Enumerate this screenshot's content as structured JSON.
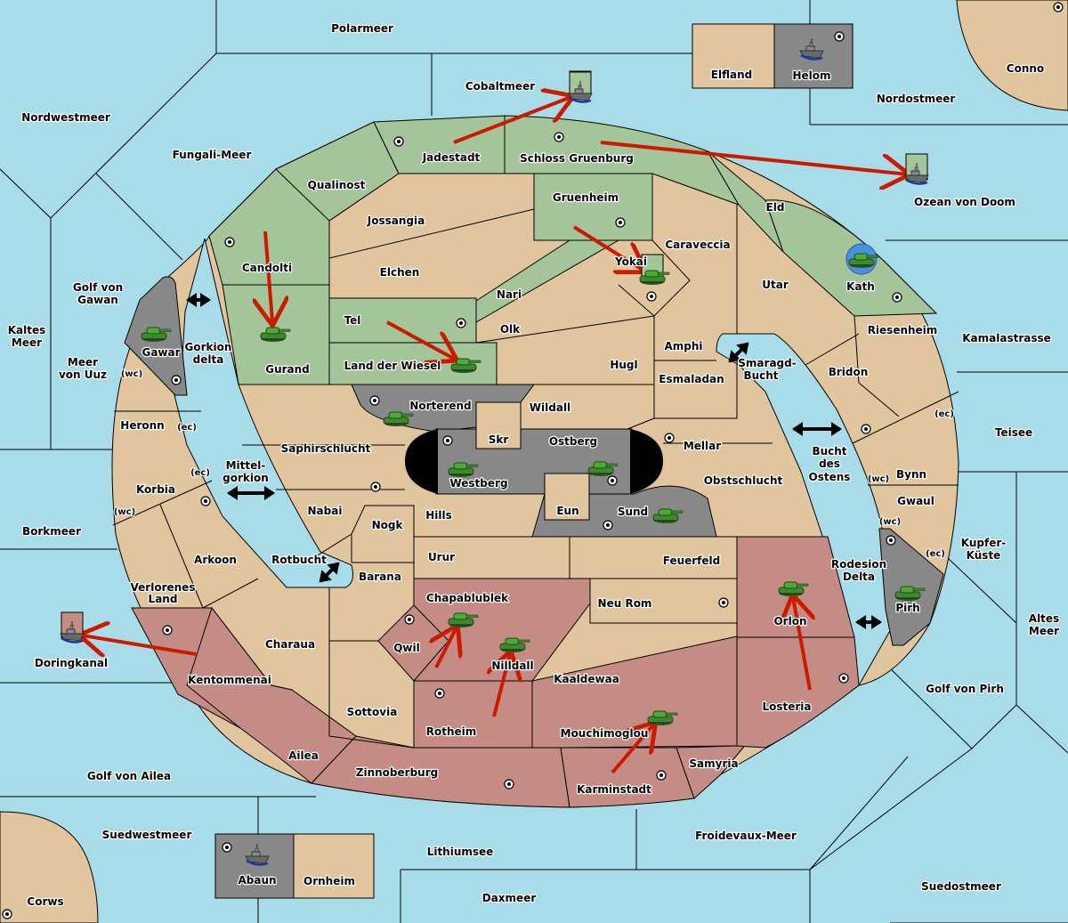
{
  "map": {
    "colors": {
      "sea": "#a8dce8",
      "neutral": "#e1c59e",
      "green_power": "#a4c49a",
      "red_power": "#c48c84",
      "grey_power": "#888888",
      "impassable": "#000000",
      "order_arrow": "#cc1a00",
      "highlight_circle": "#4a90e2"
    },
    "sea_labels": [
      {
        "id": "polarmeer",
        "name": "Polarmeer"
      },
      {
        "id": "nordwestmeer",
        "name": "Nordwestmeer"
      },
      {
        "id": "fungali",
        "name": "Fungali-Meer"
      },
      {
        "id": "cobaltmeer",
        "name": "Cobaltmeer"
      },
      {
        "id": "nordostmeer",
        "name": "Nordostmeer"
      },
      {
        "id": "ozean",
        "name": "Ozean von Doom"
      },
      {
        "id": "golfgawan1",
        "name": "Golf von"
      },
      {
        "id": "golfgawan2",
        "name": "Gawan"
      },
      {
        "id": "kaltes1",
        "name": "Kaltes"
      },
      {
        "id": "kaltes2",
        "name": "Meer"
      },
      {
        "id": "uuz1",
        "name": "Meer"
      },
      {
        "id": "uuz2",
        "name": "von Uuz"
      },
      {
        "id": "gorkion1",
        "name": "Gorkion"
      },
      {
        "id": "gorkion2",
        "name": "delta"
      },
      {
        "id": "mittel1",
        "name": "Mittel-"
      },
      {
        "id": "mittel2",
        "name": "gorkion"
      },
      {
        "id": "borkmeer",
        "name": "Borkmeer"
      },
      {
        "id": "rotbucht",
        "name": "Rotbucht"
      },
      {
        "id": "doringkanal",
        "name": "Doringkanal"
      },
      {
        "id": "golfailea",
        "name": "Golf von Ailea"
      },
      {
        "id": "suedwestmeer",
        "name": "Suedwestmeer"
      },
      {
        "id": "lithiumsee",
        "name": "Lithiumsee"
      },
      {
        "id": "daxmeer",
        "name": "Daxmeer"
      },
      {
        "id": "froidevaux",
        "name": "Froidevaux-Meer"
      },
      {
        "id": "suedostmeer",
        "name": "Suedostmeer"
      },
      {
        "id": "golfpirh",
        "name": "Golf von Pirh"
      },
      {
        "id": "altes1",
        "name": "Altes"
      },
      {
        "id": "altes2",
        "name": "Meer"
      },
      {
        "id": "kupfer1",
        "name": "Kupfer-"
      },
      {
        "id": "kupfer2",
        "name": "Küste"
      },
      {
        "id": "rodesion1",
        "name": "Rodesion"
      },
      {
        "id": "rodesion2",
        "name": "Delta"
      },
      {
        "id": "teisee",
        "name": "Teisee"
      },
      {
        "id": "kamala",
        "name": "Kamalastrasse"
      },
      {
        "id": "smaragd1",
        "name": "Smaragd-"
      },
      {
        "id": "smaragd2",
        "name": "Bucht"
      },
      {
        "id": "bucht1",
        "name": "Bucht"
      },
      {
        "id": "bucht2",
        "name": "des"
      },
      {
        "id": "bucht3",
        "name": "Ostens"
      }
    ],
    "land_labels": [
      {
        "id": "elfland",
        "name": "Elfland"
      },
      {
        "id": "helom",
        "name": "Helom"
      },
      {
        "id": "conno",
        "name": "Conno"
      },
      {
        "id": "qualinost",
        "name": "Qualinost"
      },
      {
        "id": "jadestadt",
        "name": "Jadestadt"
      },
      {
        "id": "schloss",
        "name": "Schloss Gruenburg"
      },
      {
        "id": "eld",
        "name": "Eld"
      },
      {
        "id": "kath",
        "name": "Kath"
      },
      {
        "id": "candolti",
        "name": "Candolti"
      },
      {
        "id": "gurand",
        "name": "Gurand"
      },
      {
        "id": "jossangia",
        "name": "Jossangia"
      },
      {
        "id": "elchen",
        "name": "Elchen"
      },
      {
        "id": "gruenheim",
        "name": "Gruenheim"
      },
      {
        "id": "caraveccia",
        "name": "Caraveccia"
      },
      {
        "id": "yokai",
        "name": "Yokai"
      },
      {
        "id": "nari",
        "name": "Nari"
      },
      {
        "id": "utar",
        "name": "Utar"
      },
      {
        "id": "tel",
        "name": "Tel"
      },
      {
        "id": "olk",
        "name": "Olk"
      },
      {
        "id": "wiesel",
        "name": "Land der Wiesel"
      },
      {
        "id": "hugl",
        "name": "Hugl"
      },
      {
        "id": "amphi",
        "name": "Amphi"
      },
      {
        "id": "esmaladan",
        "name": "Esmaladan"
      },
      {
        "id": "riesenheim",
        "name": "Riesenheim"
      },
      {
        "id": "bridon",
        "name": "Bridon"
      },
      {
        "id": "gawar",
        "name": "Gawar"
      },
      {
        "id": "heronn",
        "name": "Heronn"
      },
      {
        "id": "korbia",
        "name": "Korbia"
      },
      {
        "id": "arkoon",
        "name": "Arkoon"
      },
      {
        "id": "verlorenes1",
        "name": "Verlorenes"
      },
      {
        "id": "verlorenes2",
        "name": "Land"
      },
      {
        "id": "norterend",
        "name": "Norterend"
      },
      {
        "id": "wildall",
        "name": "Wildall"
      },
      {
        "id": "skr",
        "name": "Skr"
      },
      {
        "id": "ostberg",
        "name": "Ostberg"
      },
      {
        "id": "westberg",
        "name": "Westberg"
      },
      {
        "id": "mellar",
        "name": "Mellar"
      },
      {
        "id": "saphir",
        "name": "Saphirschlucht"
      },
      {
        "id": "obst",
        "name": "Obstschlucht"
      },
      {
        "id": "nabai",
        "name": "Nabai"
      },
      {
        "id": "hills",
        "name": "Hills"
      },
      {
        "id": "eun",
        "name": "Eun"
      },
      {
        "id": "sund",
        "name": "Sund"
      },
      {
        "id": "nogk",
        "name": "Nogk"
      },
      {
        "id": "urur",
        "name": "Urur"
      },
      {
        "id": "feuerfeld",
        "name": "Feuerfeld"
      },
      {
        "id": "barana",
        "name": "Barana"
      },
      {
        "id": "chapa",
        "name": "Chapablublek"
      },
      {
        "id": "neurom",
        "name": "Neu Rom"
      },
      {
        "id": "qwil",
        "name": "Qwil"
      },
      {
        "id": "nilldall",
        "name": "Nilldall"
      },
      {
        "id": "charaua",
        "name": "Charaua"
      },
      {
        "id": "kaaldewaa",
        "name": "Kaaldewaa"
      },
      {
        "id": "orlon",
        "name": "Orlon"
      },
      {
        "id": "pirh",
        "name": "Pirh"
      },
      {
        "id": "bynn",
        "name": "Bynn"
      },
      {
        "id": "gwaul",
        "name": "Gwaul"
      },
      {
        "id": "kentommenai",
        "name": "Kentommenai"
      },
      {
        "id": "sottovia",
        "name": "Sottovia"
      },
      {
        "id": "rotheim",
        "name": "Rotheim"
      },
      {
        "id": "mouchi",
        "name": "Mouchimoglou"
      },
      {
        "id": "losteria",
        "name": "Losteria"
      },
      {
        "id": "ailea",
        "name": "Ailea"
      },
      {
        "id": "zinnoberburg",
        "name": "Zinnoberburg"
      },
      {
        "id": "samyria",
        "name": "Samyria"
      },
      {
        "id": "karminstadt",
        "name": "Karminstadt"
      },
      {
        "id": "abaun",
        "name": "Abaun"
      },
      {
        "id": "ornheim",
        "name": "Ornheim"
      },
      {
        "id": "corws",
        "name": "Corws"
      }
    ],
    "coast_labels": [
      {
        "id": "gawar_wc",
        "text": "(wc)"
      },
      {
        "id": "heronn_ec",
        "text": "(ec)"
      },
      {
        "id": "korbia_ec",
        "text": "(ec)"
      },
      {
        "id": "korbia_wc",
        "text": "(wc)"
      },
      {
        "id": "bynn_ec",
        "text": "(ec)"
      },
      {
        "id": "bynn_wc",
        "text": "(wc)"
      },
      {
        "id": "gwaul_wc",
        "text": "(wc)"
      },
      {
        "id": "gwaul_ec",
        "text": "(ec)"
      }
    ],
    "units": [
      {
        "type": "fleet",
        "province": "Cobaltmeer",
        "power": "green",
        "retreat": true
      },
      {
        "type": "fleet",
        "province": "Ozean von Doom",
        "power": "green",
        "retreat": true
      },
      {
        "type": "fleet",
        "province": "Helom",
        "power": "grey"
      },
      {
        "type": "fleet",
        "province": "Doringkanal",
        "power": "red",
        "retreat": true
      },
      {
        "type": "fleet",
        "province": "Abaun",
        "power": "grey"
      },
      {
        "type": "army",
        "province": "Kath",
        "power": "green",
        "highlighted": true
      },
      {
        "type": "army",
        "province": "Yokai",
        "power": "green",
        "retreat": true
      },
      {
        "type": "army",
        "province": "Gurand",
        "power": "green"
      },
      {
        "type": "army",
        "province": "Land der Wiesel",
        "power": "green"
      },
      {
        "type": "army",
        "province": "Gawar",
        "power": "grey"
      },
      {
        "type": "army",
        "province": "Norterend",
        "power": "grey"
      },
      {
        "type": "army",
        "province": "Westberg",
        "power": "grey"
      },
      {
        "type": "army",
        "province": "Ostberg",
        "power": "grey"
      },
      {
        "type": "army",
        "province": "Sund",
        "power": "grey"
      },
      {
        "type": "army",
        "province": "Pirh",
        "power": "grey"
      },
      {
        "type": "army",
        "province": "Chapablublek",
        "power": "red"
      },
      {
        "type": "army",
        "province": "Nilldall",
        "power": "red"
      },
      {
        "type": "army",
        "province": "Mouchimoglou",
        "power": "red"
      },
      {
        "type": "army",
        "province": "Orlon",
        "power": "red"
      }
    ],
    "orders": [
      {
        "from": "Jadestadt",
        "to": "Cobaltmeer"
      },
      {
        "from": "Schloss Gruenburg",
        "to": "Ozean von Doom"
      },
      {
        "from": "Gruenheim",
        "to": "Yokai"
      },
      {
        "from": "Candolti",
        "to": "Gurand"
      },
      {
        "from": "Tel",
        "to": "Land der Wiesel"
      },
      {
        "from": "Kentommenai",
        "to": "Doringkanal"
      },
      {
        "from": "Qwil",
        "to": "Chapablublek"
      },
      {
        "from": "Rotheim",
        "to": "Nilldall"
      },
      {
        "from": "Karminstadt",
        "to": "Mouchimoglou"
      },
      {
        "from": "Losteria",
        "to": "Orlon"
      }
    ],
    "supply_centers": [
      "Helom",
      "Conno",
      "Jadestadt",
      "Schloss Gruenburg",
      "Kath",
      "Candolti",
      "Gruenheim",
      "Yokai",
      "Tel",
      "Gawar",
      "Korbia",
      "Norterend",
      "Westberg",
      "Ostberg",
      "Sund",
      "Mellar",
      "Nabai",
      "Bridon",
      "Pirh",
      "Kentommenai",
      "Qwil",
      "Rotheim",
      "Neu Rom",
      "Losteria",
      "Karminstadt",
      "Zinnoberburg",
      "Abaun",
      "Corws"
    ]
  }
}
